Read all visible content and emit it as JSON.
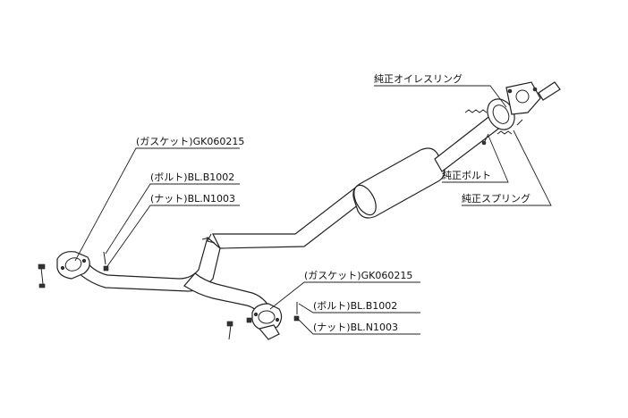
{
  "labels": {
    "oil_ring": "純正オイレスリング",
    "oem_bolt": "純正ボルト",
    "oem_spring": "純正スプリング",
    "gasket_left": "(ガスケット)GK060215",
    "bolt_left": "(ボルト)BL.B1002",
    "nut_left": "(ナット)BL.N1003",
    "gasket_right": "(ガスケット)GK060215",
    "bolt_right": "(ボルト)BL.B1002",
    "nut_right": "(ナット)BL.N1003"
  },
  "colors": {
    "line": "#222222",
    "background": "#ffffff"
  }
}
